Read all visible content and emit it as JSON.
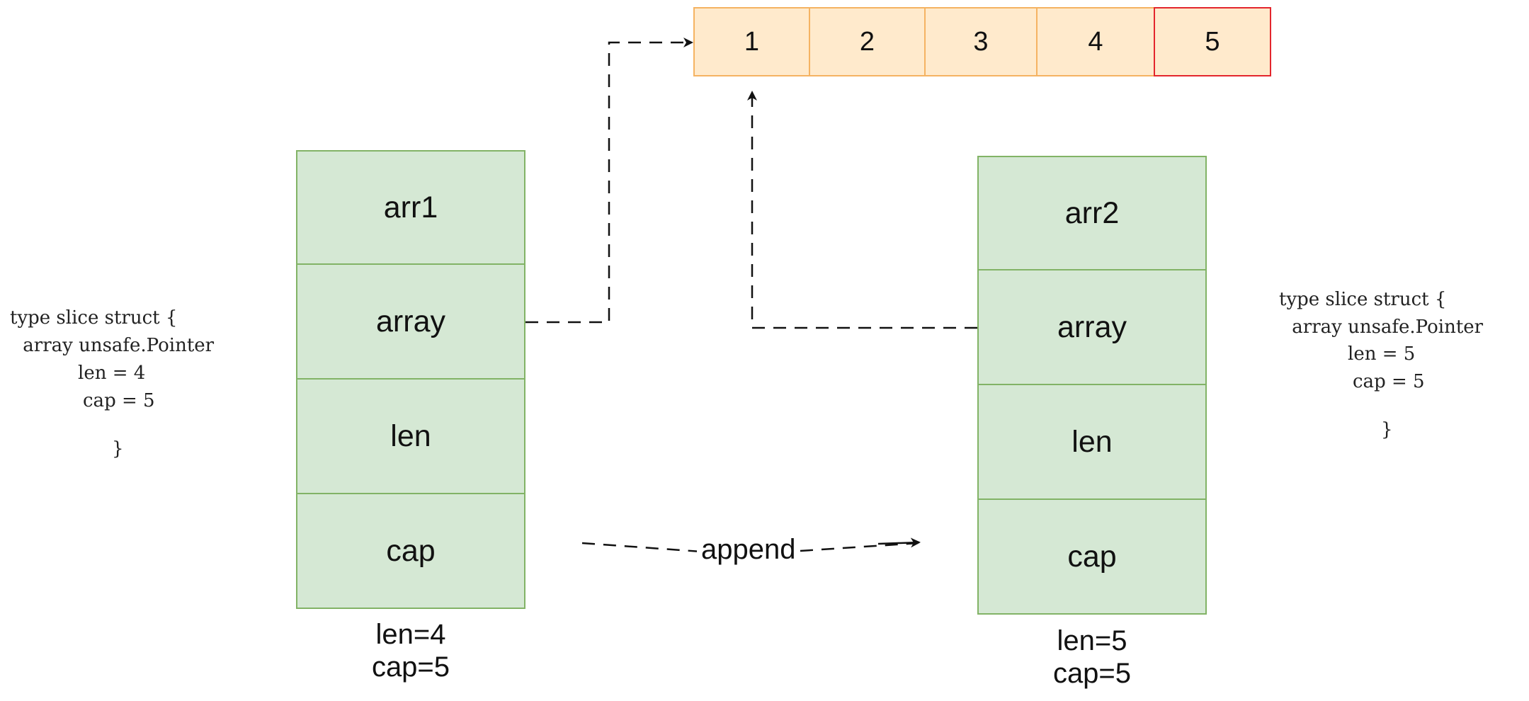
{
  "backing_array": {
    "cells": [
      "1",
      "2",
      "3",
      "4",
      "5"
    ],
    "highlight_color": "#e3262d",
    "fill": "#ffeacc",
    "border": "#f5b362"
  },
  "left_slice": {
    "fields": [
      "arr1",
      "array",
      "len",
      "cap"
    ],
    "caption_len": "len=4",
    "caption_cap": "cap=5",
    "code": [
      "type slice struct {",
      " array unsafe.Pointer",
      "len = 4",
      "cap = 5",
      "}"
    ]
  },
  "right_slice": {
    "fields": [
      "arr2",
      "array",
      "len",
      "cap"
    ],
    "caption_len": "len=5",
    "caption_cap": "cap=5",
    "code": [
      "type slice struct {",
      " array unsafe.Pointer",
      "len = 5",
      "cap = 5",
      "}"
    ]
  },
  "append_label": "append",
  "colors": {
    "field_fill": "#d5e8d4",
    "field_border": "#82b366"
  }
}
